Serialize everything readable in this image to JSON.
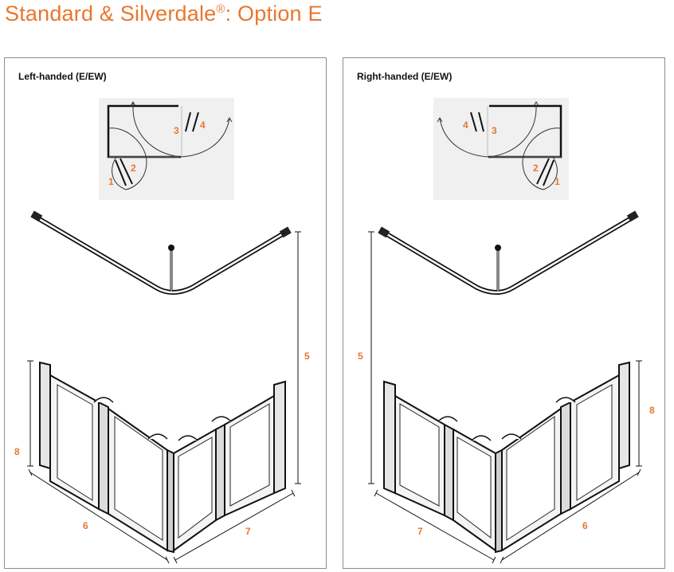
{
  "page": {
    "title_prefix": "Standard & Silverdale",
    "title_sup": "®",
    "title_suffix": ": Option E",
    "accent_color": "#e8772e"
  },
  "panels": [
    {
      "label": "Left-handed (E/EW)",
      "plan_numbers": [
        "1",
        "2",
        "3",
        "4"
      ],
      "dimension_numbers": {
        "rail_height": "5",
        "side_a": "6",
        "side_b": "7",
        "panel_height": "8"
      }
    },
    {
      "label": "Right-handed (E/EW)",
      "plan_numbers": [
        "1",
        "2",
        "3",
        "4"
      ],
      "dimension_numbers": {
        "rail_height": "5",
        "side_a": "6",
        "side_b": "7",
        "panel_height": "8"
      }
    }
  ]
}
